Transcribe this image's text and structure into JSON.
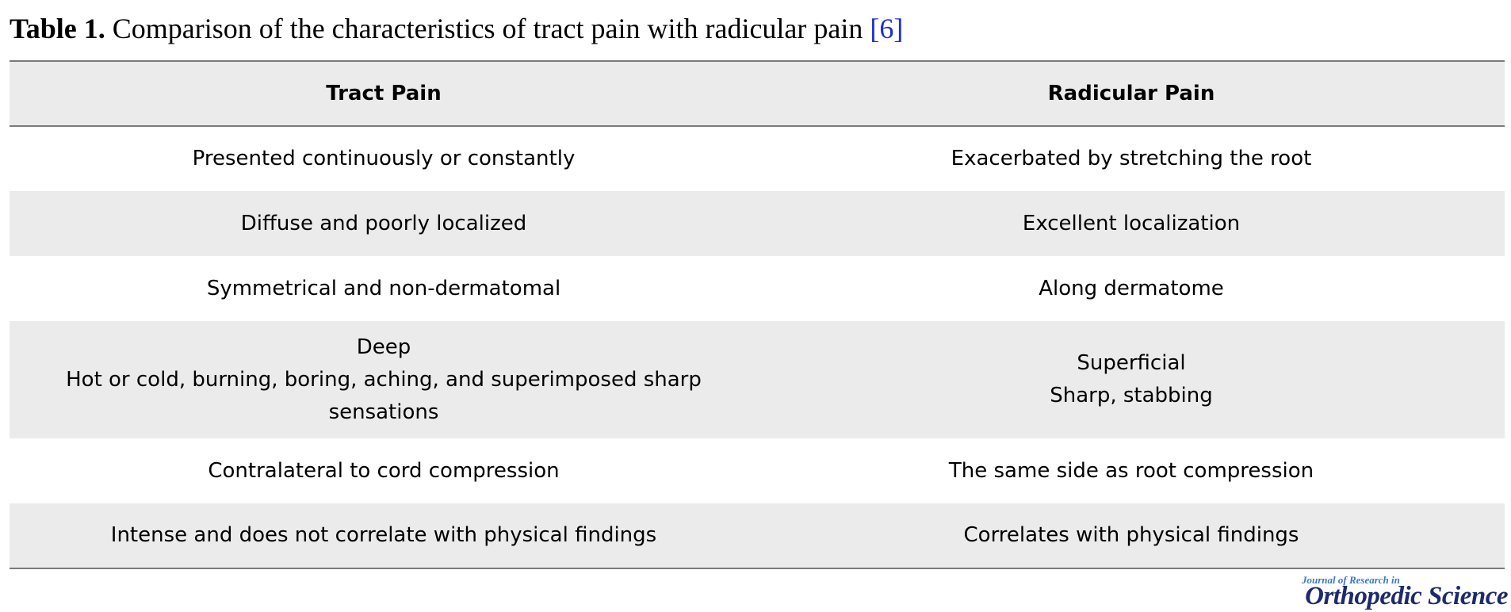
{
  "caption": {
    "label": "Table 1.",
    "text": "Comparison of the characteristics of tract pain with radicular pain",
    "reference": "[6]"
  },
  "table": {
    "headers": [
      "Tract Pain",
      "Radicular Pain"
    ],
    "rows": [
      {
        "tract": [
          "Presented continuously or constantly"
        ],
        "radicular": [
          "Exacerbated by stretching the root"
        ]
      },
      {
        "tract": [
          "Diffuse and poorly localized"
        ],
        "radicular": [
          "Excellent localization"
        ]
      },
      {
        "tract": [
          "Symmetrical and non-dermatomal"
        ],
        "radicular": [
          "Along dermatome"
        ]
      },
      {
        "tract": [
          "Deep",
          "Hot or cold, burning, boring, aching, and superimposed sharp sensations"
        ],
        "radicular": [
          "Superficial",
          "Sharp, stabbing"
        ]
      },
      {
        "tract": [
          "Contralateral to cord compression"
        ],
        "radicular": [
          "The same side as root compression"
        ]
      },
      {
        "tract": [
          "Intense and does not correlate with physical findings"
        ],
        "radicular": [
          "Correlates with physical findings"
        ]
      }
    ]
  },
  "journal": {
    "small_text": "Journal of Research in",
    "large_text": "Orthopedic Science"
  },
  "colors": {
    "stripe": "#ebebeb",
    "rule": "#7a7a7a",
    "reference_link": "#1f2fd0",
    "journal_dark": "#1d2a6e",
    "journal_light": "#3a78c8"
  }
}
